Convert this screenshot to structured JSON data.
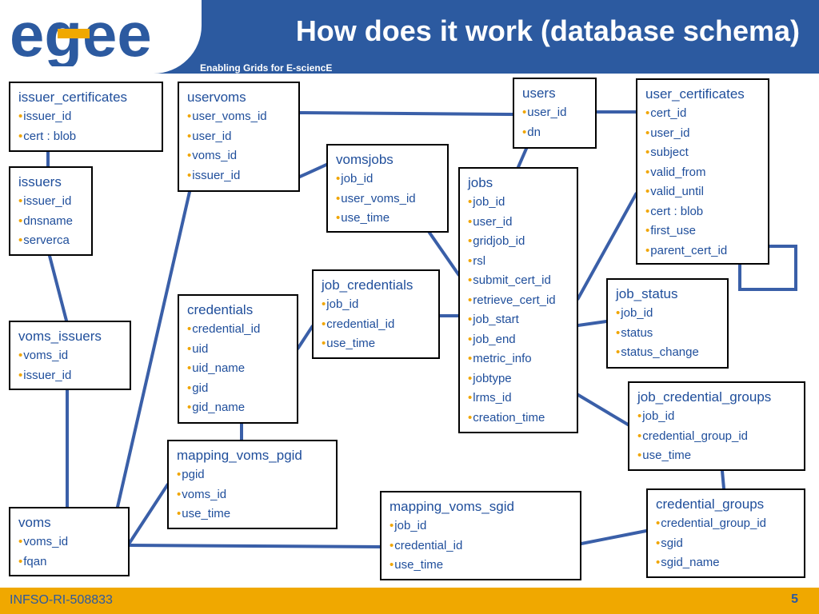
{
  "header": {
    "title": "How does it work (database schema)",
    "subtitle": "Enabling Grids for E-sciencE",
    "logo_text": "egee"
  },
  "tables": {
    "issuer_certificates": {
      "title": "issuer_certificates",
      "fields": [
        "issuer_id",
        "cert : blob"
      ]
    },
    "uservoms": {
      "title": "uservoms",
      "fields": [
        "user_voms_id",
        "user_id",
        "voms_id",
        "issuer_id"
      ]
    },
    "users": {
      "title": "users",
      "fields": [
        "user_id",
        "dn"
      ]
    },
    "user_certificates": {
      "title": "user_certificates",
      "fields": [
        "cert_id",
        "user_id",
        "subject",
        "valid_from",
        "valid_until",
        "cert : blob",
        "first_use",
        "parent_cert_id"
      ]
    },
    "issuers": {
      "title": "issuers",
      "fields": [
        "issuer_id",
        "dnsname",
        "serverca"
      ]
    },
    "vomsjobs": {
      "title": "vomsjobs",
      "fields": [
        "job_id",
        "user_voms_id",
        "use_time"
      ]
    },
    "jobs": {
      "title": "jobs",
      "fields": [
        "job_id",
        "user_id",
        "gridjob_id",
        "rsl",
        "submit_cert_id",
        "retrieve_cert_id",
        "job_start",
        "job_end",
        "metric_info",
        "jobtype",
        "lrms_id",
        "creation_time"
      ]
    },
    "job_credentials": {
      "title": "job_credentials",
      "fields": [
        "job_id",
        "credential_id",
        "use_time"
      ]
    },
    "job_status": {
      "title": "job_status",
      "fields": [
        "job_id",
        "status",
        "status_change"
      ]
    },
    "credentials": {
      "title": "credentials",
      "fields": [
        "credential_id",
        "uid",
        "uid_name",
        "gid",
        "gid_name"
      ]
    },
    "voms_issuers": {
      "title": "voms_issuers",
      "fields": [
        "voms_id",
        "issuer_id"
      ]
    },
    "job_credential_groups": {
      "title": "job_credential_groups",
      "fields": [
        "job_id",
        "credential_group_id",
        "use_time"
      ]
    },
    "mapping_voms_pgid": {
      "title": "mapping_voms_pgid",
      "fields": [
        "pgid",
        "voms_id",
        "use_time"
      ]
    },
    "mapping_voms_sgid": {
      "title": "mapping_voms_sgid",
      "fields": [
        "job_id",
        "credential_id",
        "use_time"
      ]
    },
    "credential_groups": {
      "title": "credential_groups",
      "fields": [
        "credential_group_id",
        "sgid",
        "sgid_name"
      ]
    },
    "voms": {
      "title": "voms",
      "fields": [
        "voms_id",
        "fqan"
      ]
    }
  },
  "footer": {
    "left": "INFSO-RI-508833",
    "page": "5"
  },
  "colors": {
    "header": "#2c5aa0",
    "footer": "#f0a800",
    "link": "#3a5fa8",
    "text": "#1f4e9b",
    "bullet": "#f0a500"
  }
}
